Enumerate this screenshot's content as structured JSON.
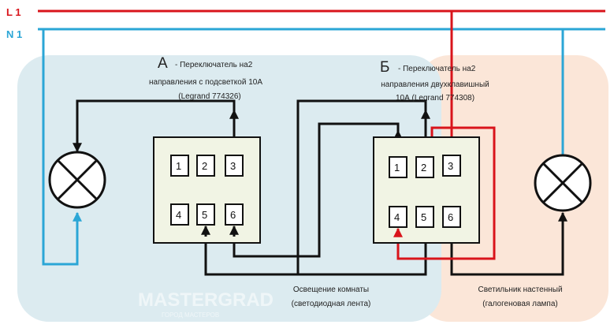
{
  "lines": {
    "l1": "L 1",
    "n1": "N 1"
  },
  "switch_a": {
    "letter": "А",
    "line1": "- Переключатель на2",
    "line2": "направления с подсветкой 10А",
    "line3": "(Legrand 774326)",
    "terminals": [
      "1",
      "2",
      "3",
      "4",
      "5",
      "6"
    ]
  },
  "switch_b": {
    "letter": "Б",
    "line1": "- Переключатель на2",
    "line2": "направления двухклавишный",
    "line3": "10А (Legrand 774308)",
    "terminals": [
      "1",
      "2",
      "3",
      "4",
      "5",
      "6"
    ]
  },
  "room_light": {
    "line1": "Освещение комнаты",
    "line2": "(светодиодная лента)"
  },
  "wall_light": {
    "line1": "Светильник настенный",
    "line2": "(галогеновая лампа)"
  },
  "watermark": {
    "main": "MASTERGRAD",
    "sub": "ГОРОД МАСТЕРОВ"
  },
  "colors": {
    "phase": "#d9141b",
    "neutral": "#2ba6d6",
    "zone_left": "#dcebf0",
    "zone_right": "#fbe6d8"
  }
}
